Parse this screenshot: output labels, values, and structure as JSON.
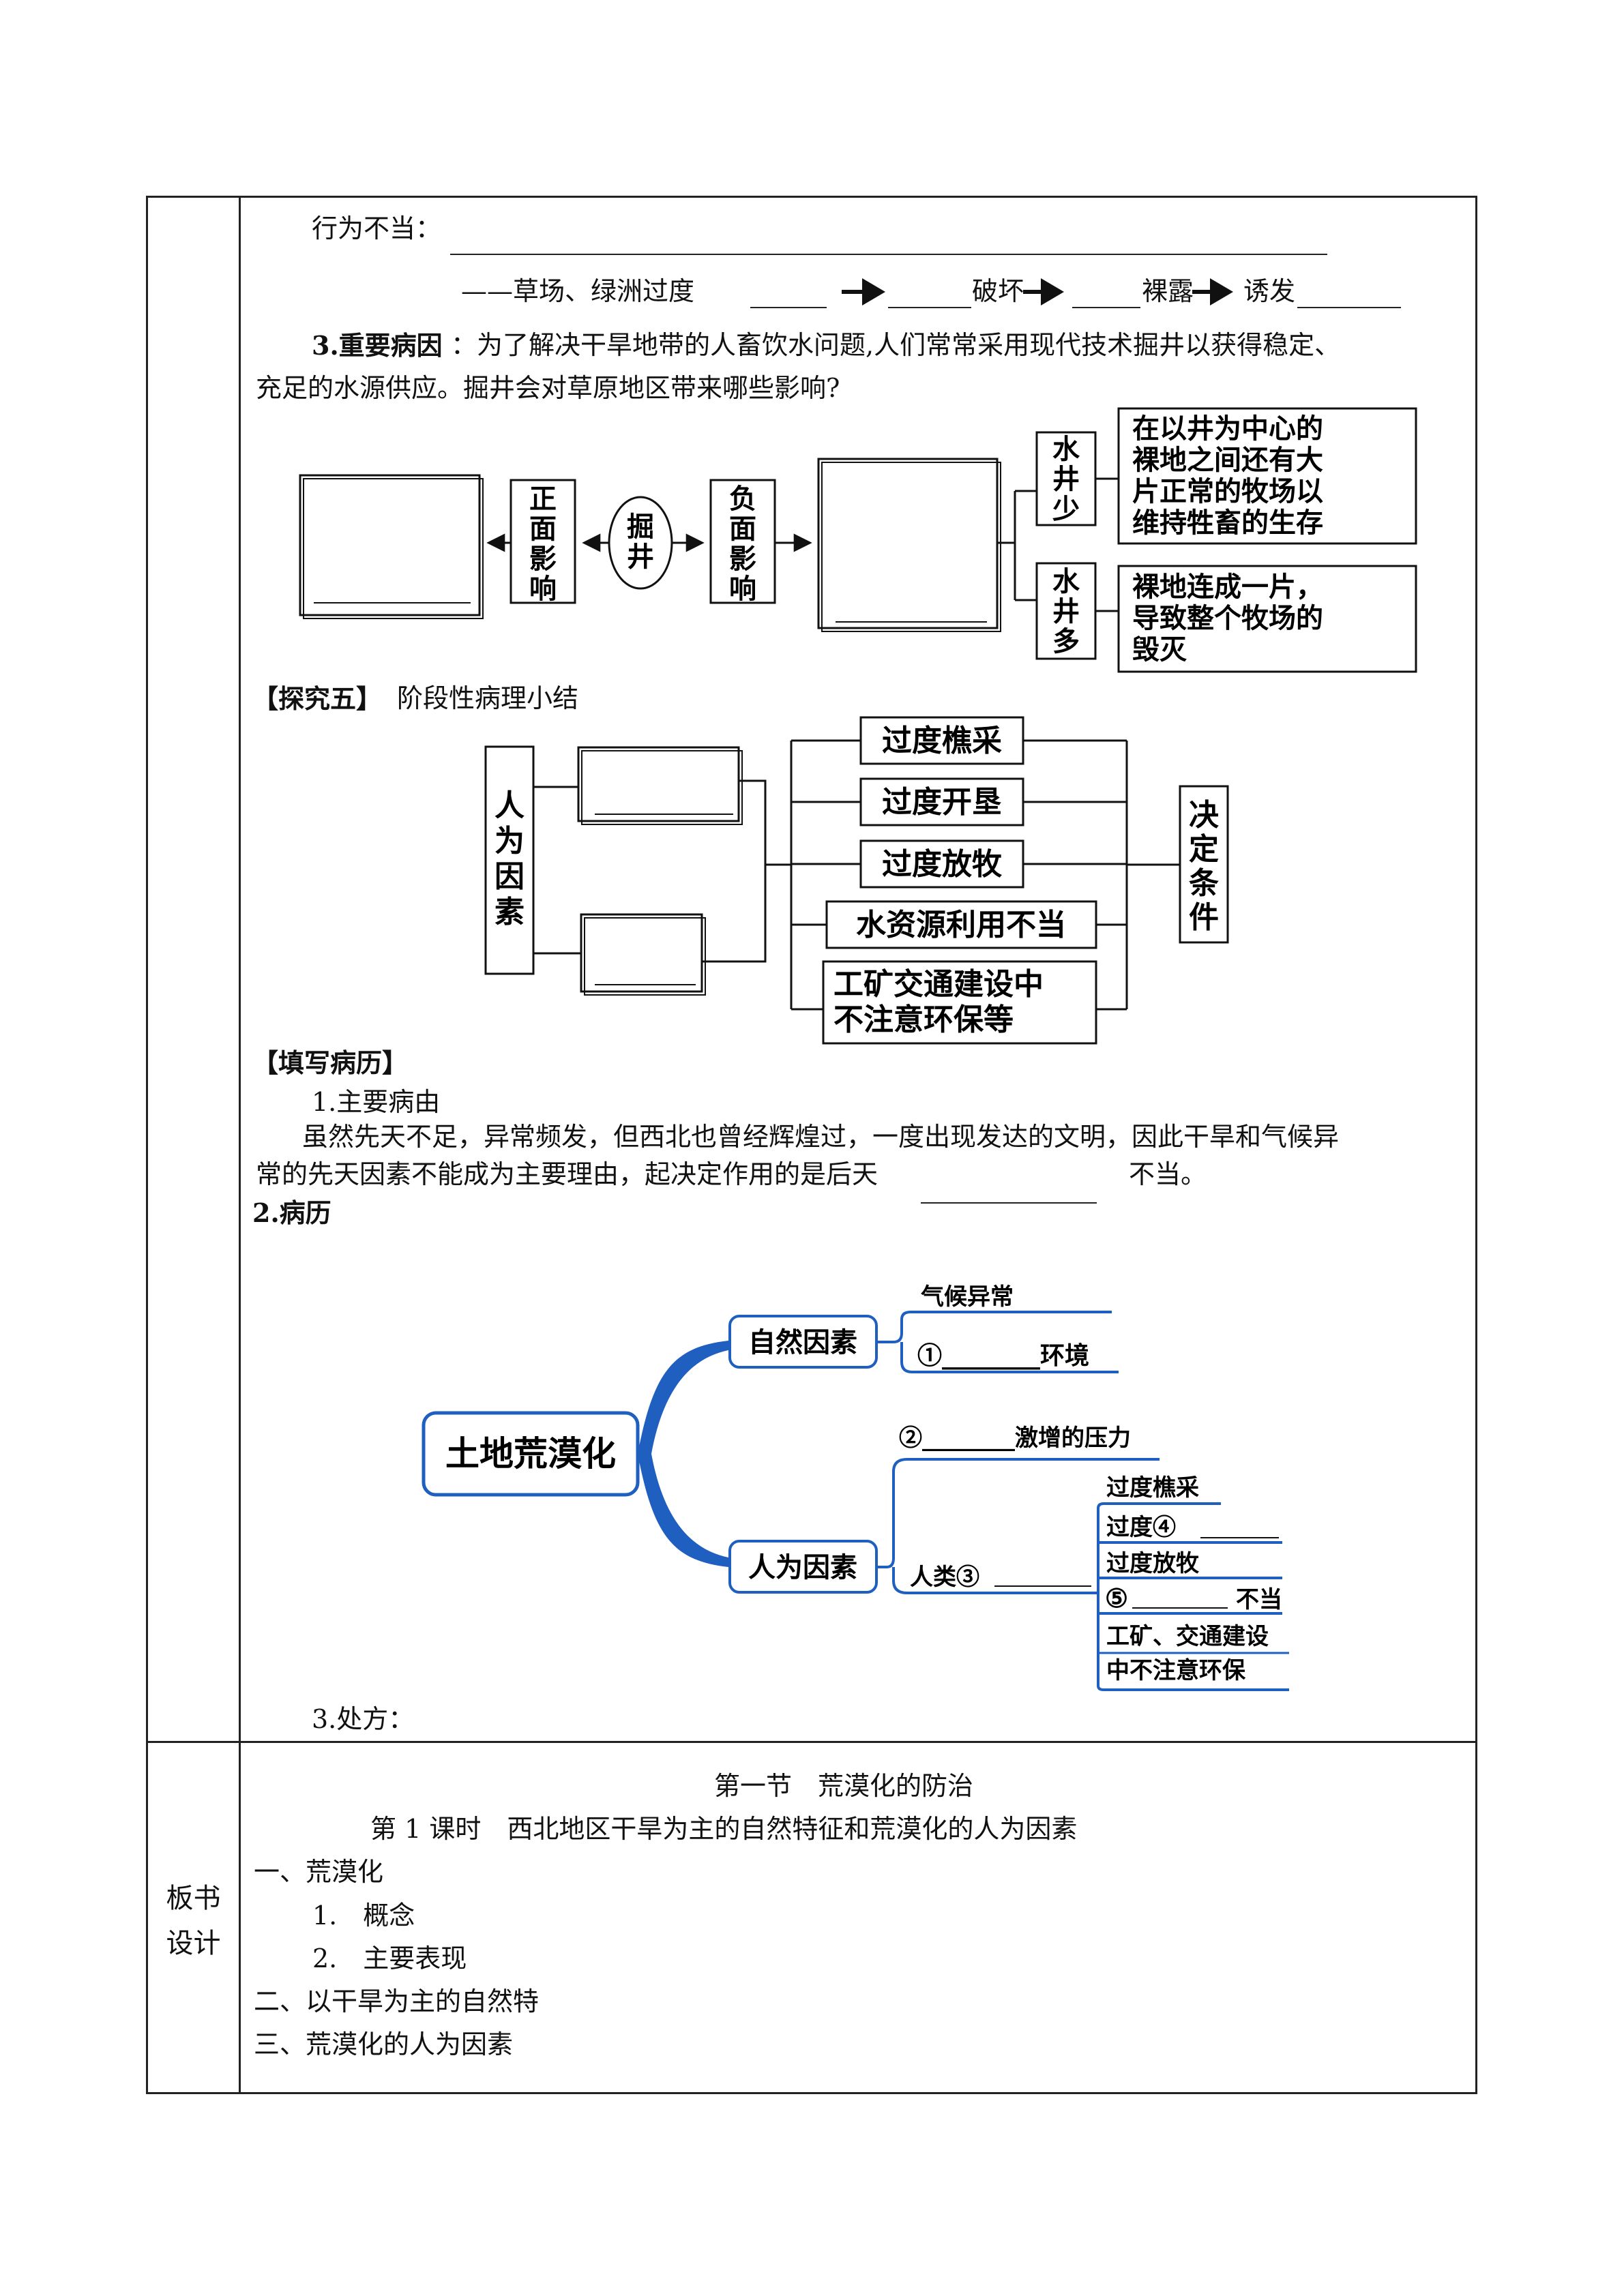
{
  "section1": {
    "behavior_label": "行为不当：",
    "chain": {
      "prefix": "——草场、绿洲过度",
      "damage": "破坏",
      "exposed": "裸露",
      "induce": "诱发"
    },
    "cause_title": "3.重要病因",
    "cause_text_line1": "：为了解决干旱地带的人畜饮水问题,人们常常采用现代技术掘井以获得稳定、",
    "cause_text_line2": "充足的水源供应。掘井会对草原地区带来哪些影响?"
  },
  "well_diagram": {
    "center": "掘井",
    "positive": "正面影响",
    "negative": "负面影响",
    "few_wells": "水井少",
    "many_wells": "水井多",
    "few_result": [
      "在以井为中心的",
      "裸地之间还有大",
      "片正常的牧场以",
      "维持牲畜的生存"
    ],
    "many_result": [
      "裸地连成一片，",
      "导致整个牧场的",
      "毁灭"
    ]
  },
  "explore5": {
    "heading": "【探究五】",
    "title": "阶段性病理小结",
    "human_factors": "人为因素",
    "decisive": "决定条件",
    "items": [
      "过度樵采",
      "过度开垦",
      "过度放牧",
      "水资源利用不当"
    ],
    "last_item": [
      "工矿交通建设中",
      "不注意环保等"
    ]
  },
  "record": {
    "heading": "【填写病历】",
    "main_cause": "1.主要病由",
    "para_line1": "虽然先天不足，异常频发，但西北也曾经辉煌过，一度出现发达的文明，因此干旱和气候异",
    "para_line2": "常的先天因素不能成为主要理由，起决定作用的是后天",
    "para_tail": "不当。",
    "history": "2.病历",
    "prescription": "3.处方："
  },
  "mindmap": {
    "root": "土地荒漠化",
    "natural": "自然因素",
    "human": "人为因素",
    "climate": "气候异常",
    "env": "①________环境",
    "pressure": "②________激增的压力",
    "humans": "人类③",
    "sub1": "过度樵采",
    "sub2": "过度④",
    "sub3": "过度放牧",
    "sub4_num": "⑤",
    "sub4_tail": "不当",
    "sub5a": "工矿、交通建设",
    "sub5b": "中不注意环保"
  },
  "board": {
    "side_label_1": "板书",
    "side_label_2": "设计",
    "section_title": "第一节　荒漠化的防治",
    "lesson_title": "第 1 课时　西北地区干旱为主的自然特征和荒漠化的人为因素",
    "outline": [
      "一、荒漠化",
      "1.　概念",
      "2.　主要表现",
      "二、以干旱为主的自然特",
      "三、荒漠化的人为因素"
    ]
  }
}
